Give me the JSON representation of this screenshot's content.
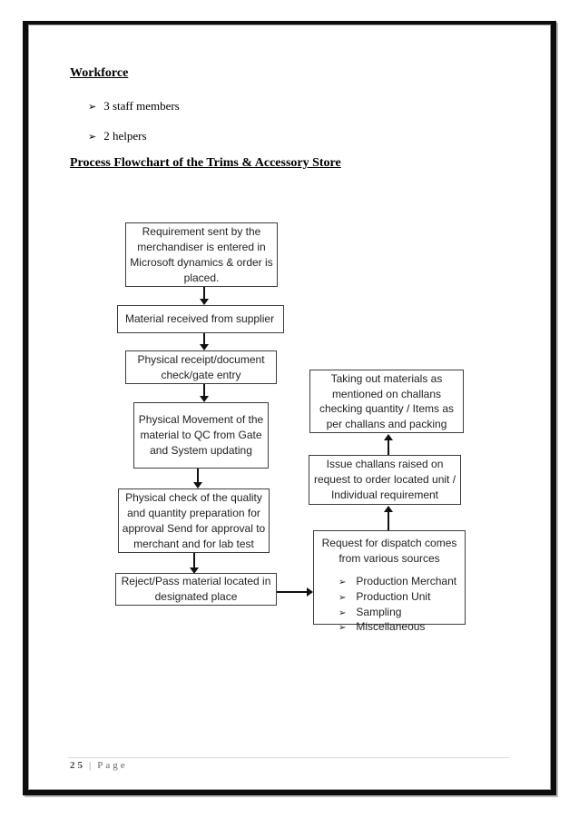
{
  "glyphs": {
    "bullet": "➢"
  },
  "workforce": {
    "title": "Workforce",
    "items": [
      {
        "bullet": "➢",
        "label": "3 staff members"
      },
      {
        "bullet": "➢",
        "label": "2 helpers"
      }
    ]
  },
  "flowchart": {
    "title": "Process Flowchart of the Trims & Accessory Store",
    "left_column": [
      {
        "text": "Requirement sent by the\nmerchandiser is entered in\nMicrosoft dynamics & order is\nplaced."
      },
      {
        "text": "Material received from supplier"
      },
      {
        "text": "Physical receipt/document\ncheck/gate entry"
      },
      {
        "text": "Physical Movement of the\nmaterial to QC from Gate\nand System updating"
      },
      {
        "text": "Physical check of the quality\nand quantity preparation for\napproval Send for approval to\nmerchant and for lab test"
      },
      {
        "text": "Reject/Pass material located in\ndesignated place"
      }
    ],
    "right_column": [
      {
        "text": "Taking out materials as\nmentioned on challans\nchecking quantity / Items as\nper challans and packing"
      },
      {
        "text": "Issue challans raised on\nrequest to order located unit /\nIndividual requirement"
      }
    ],
    "dispatch_node": {
      "title": "Request for dispatch comes\nfrom various sources",
      "sources": [
        {
          "bullet": "➢",
          "label": "Production Merchant"
        },
        {
          "bullet": "➢",
          "label": "Production Unit"
        },
        {
          "bullet": "➢",
          "label": "Sampling"
        },
        {
          "bullet": "➢",
          "label": "Miscellaneous"
        }
      ]
    }
  },
  "footer": {
    "page_number": "25",
    "separator": "|",
    "page_word": "Page"
  }
}
